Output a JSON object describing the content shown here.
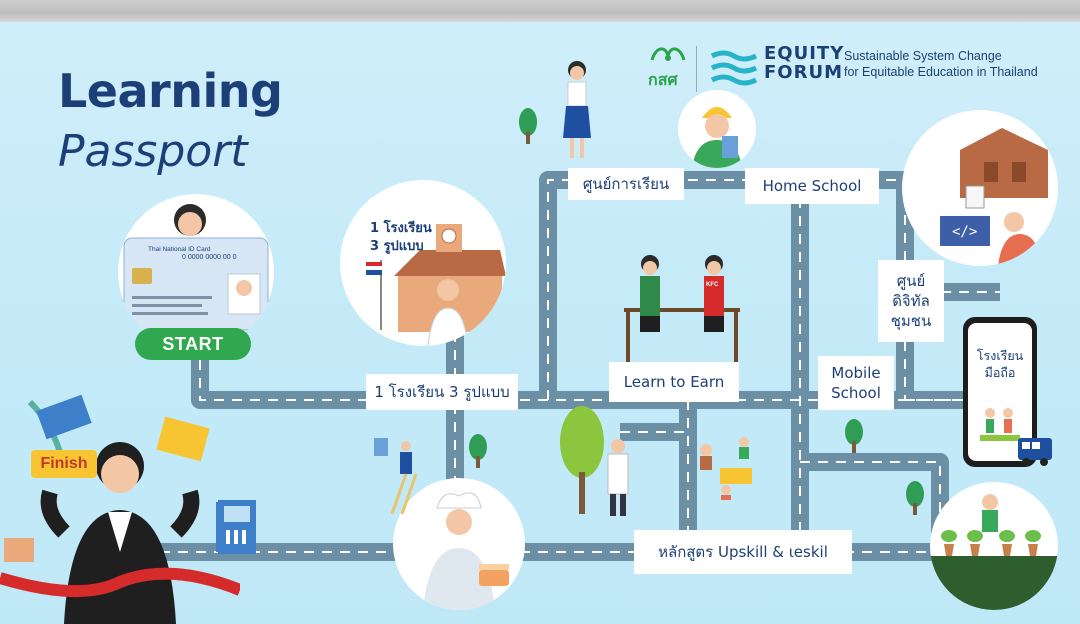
{
  "title": {
    "line1": "Learning",
    "line2": "Passport"
  },
  "logo": {
    "thai_name": "กสศ",
    "brand_line1": "EQUITY",
    "brand_line2": "FORUM",
    "tagline_line1": "Sustainable System Change",
    "tagline_line2": "for Equitable Education in Thailand",
    "brand_color": "#1d3f78",
    "thai_color": "#2aa44b"
  },
  "id_card": {
    "title": "Thai National ID Card",
    "number": "0 0000 0000 00 0"
  },
  "start_label": "START",
  "finish_label": "Finish",
  "kfc_label": "KFC",
  "map_labels": {
    "learning_center": "ศูนย์การเรียน",
    "home_school": "Home School",
    "one_school_three_models_badge_line1": "1 โรงเรียน",
    "one_school_three_models_badge_line2": "3 รูปแบบ",
    "one_school_three_models": "1 โรงเรียน 3 รูปแบบ",
    "learn_to_earn": "Learn to Earn",
    "mobile_school_line1": "Mobile",
    "mobile_school_line2": "School",
    "digital_center_line1": "ศูนย์",
    "digital_center_line2": "ดิจิทัล",
    "digital_center_line3": "ชุมชน",
    "phone_school_line1": "โรงเรียน",
    "phone_school_line2": "มือถือ",
    "upskill_reskill": "หลักสูตร Upskill & ιeskil"
  },
  "colors": {
    "road": "#6b8fa4",
    "road_line": "#ffffff",
    "background": "#c9ecf9",
    "start": "#2fa84f",
    "finish_bg": "#f6c531",
    "title": "#1d3f78"
  }
}
